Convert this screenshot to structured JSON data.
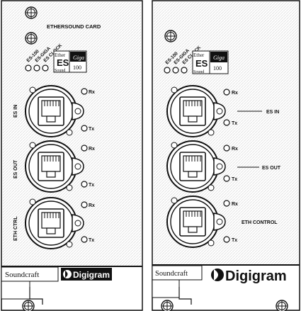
{
  "card_left": {
    "title": "ETHERSOUND CARD",
    "leds": [
      "ES-100",
      "ES-GIGA",
      "ES CLOCK"
    ],
    "logo": {
      "ether": "Ether",
      "sound": "Sound",
      "giga": "Giga",
      "num": "100"
    },
    "ports": [
      {
        "label": "ES IN",
        "rx": "Rx",
        "tx": "Tx"
      },
      {
        "label": "ES OUT",
        "rx": "Rx",
        "tx": "Tx"
      },
      {
        "label": "ETH CTRL",
        "rx": "Rx",
        "tx": "Tx"
      }
    ],
    "brand_soundcraft": "Soundcraft",
    "brand_digigram": "Digigram"
  },
  "card_right": {
    "leds": [
      "ES-100",
      "ES-GIGA",
      "ES CLOCK"
    ],
    "logo": {
      "ether": "Ether",
      "sound": "Sound",
      "giga": "Giga",
      "num": "100"
    },
    "ports": [
      {
        "label": "ES IN",
        "rx": "Rx",
        "tx": "Tx"
      },
      {
        "label": "ES OUT",
        "rx": "Rx",
        "tx": "Tx"
      },
      {
        "label": "ETH CONTROL",
        "rx": "Rx",
        "tx": "Tx"
      }
    ],
    "brand_soundcraft": "Soundcraft",
    "brand_digigram": "Digigram"
  }
}
